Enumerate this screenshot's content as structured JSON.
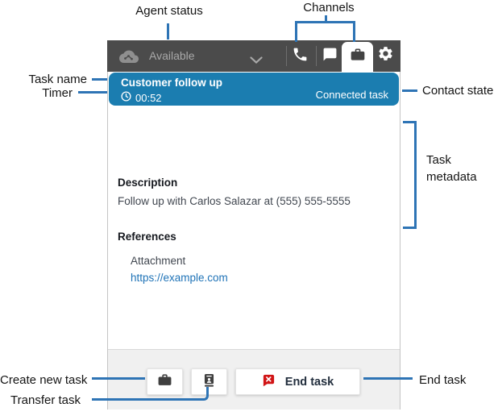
{
  "annotations": {
    "agent_status": "Agent status",
    "channels": "Channels",
    "task_name": "Task name",
    "timer": "Timer",
    "contact_state": "Contact state",
    "task_metadata_line1": "Task",
    "task_metadata_line2": "metadata",
    "create_new_task": "Create new task",
    "transfer_task": "Transfer task",
    "end_task": "End task"
  },
  "ccp": {
    "header": {
      "status": "Available",
      "icons": [
        "connect-cloud-icon",
        "chevron-down-icon",
        "phone-icon",
        "chat-icon",
        "task-briefcase-icon",
        "gear-icon"
      ]
    },
    "contact_bar": {
      "task_name": "Customer follow up",
      "timer": "00:52",
      "timer_icon": "clock-icon",
      "state": "Connected task"
    },
    "content": {
      "description_heading": "Description",
      "description_text": "Follow up with Carlos Salazar at (555) 555-5555",
      "references_heading": "References",
      "reference_name": "Attachment",
      "reference_url": "https://example.com"
    },
    "footer": {
      "create_task_icon": "briefcase-icon",
      "transfer_icon": "transfer-contact-icon",
      "end_task_icon": "end-task-x-icon",
      "end_task_label": "End task"
    }
  },
  "colors": {
    "annotation_blue": "#2e74b5",
    "header_gray": "#4b4b4b",
    "contact_bar_blue": "#1b7db0",
    "link_blue": "#1f73b7",
    "end_task_red": "#d11516",
    "footer_gray": "#f0f0f0"
  }
}
